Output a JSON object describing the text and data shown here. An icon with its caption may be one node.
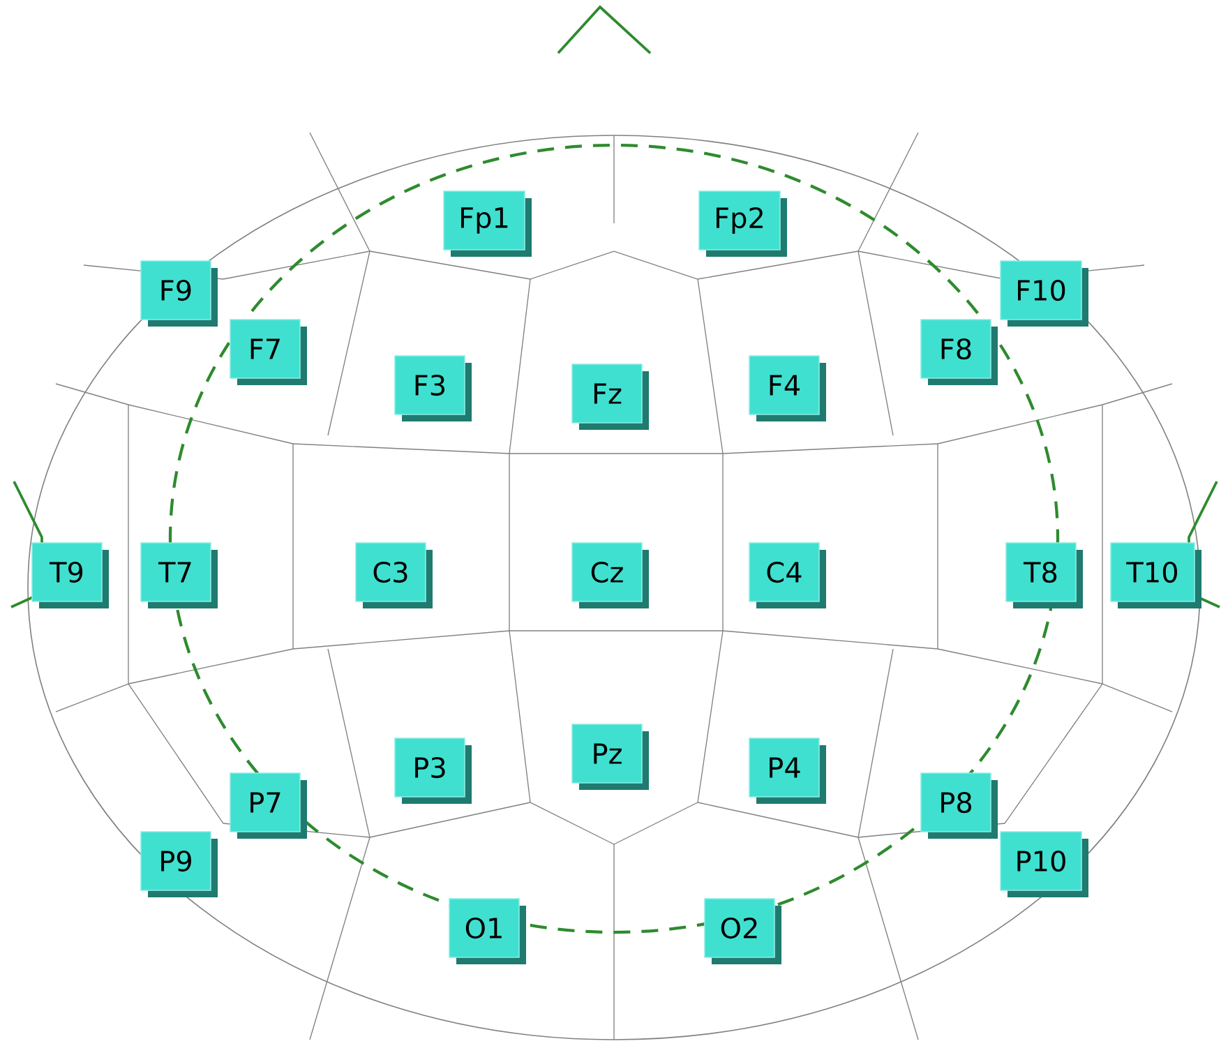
{
  "diagram": {
    "nodes": [
      {
        "text": [
          "Fp1"
        ]
      },
      {
        "text": [
          "Fp2"
        ]
      },
      {
        "text": [
          "F9"
        ]
      },
      {
        "text": [
          "F10"
        ]
      },
      {
        "text": [
          "F7"
        ]
      },
      {
        "text": [
          "F8"
        ]
      },
      {
        "text": [
          "F3"
        ]
      },
      {
        "text": [
          "Fz"
        ]
      },
      {
        "text": [
          "F4"
        ]
      },
      {
        "text": [
          "T9"
        ]
      },
      {
        "text": [
          "T7"
        ]
      },
      {
        "text": [
          "C3"
        ]
      },
      {
        "text": [
          "Cz"
        ]
      },
      {
        "text": [
          "C4"
        ]
      },
      {
        "text": [
          "T8"
        ]
      },
      {
        "text": [
          "T10"
        ]
      },
      {
        "text": [
          "P7"
        ]
      },
      {
        "text": [
          "P3"
        ]
      },
      {
        "text": [
          "Pz"
        ]
      },
      {
        "text": [
          "P4"
        ]
      },
      {
        "text": [
          "P8"
        ]
      },
      {
        "text": [
          "P9"
        ]
      },
      {
        "text": [
          "P10"
        ]
      },
      {
        "text": [
          "O1"
        ]
      },
      {
        "text": [
          "O2"
        ]
      }
    ]
  }
}
